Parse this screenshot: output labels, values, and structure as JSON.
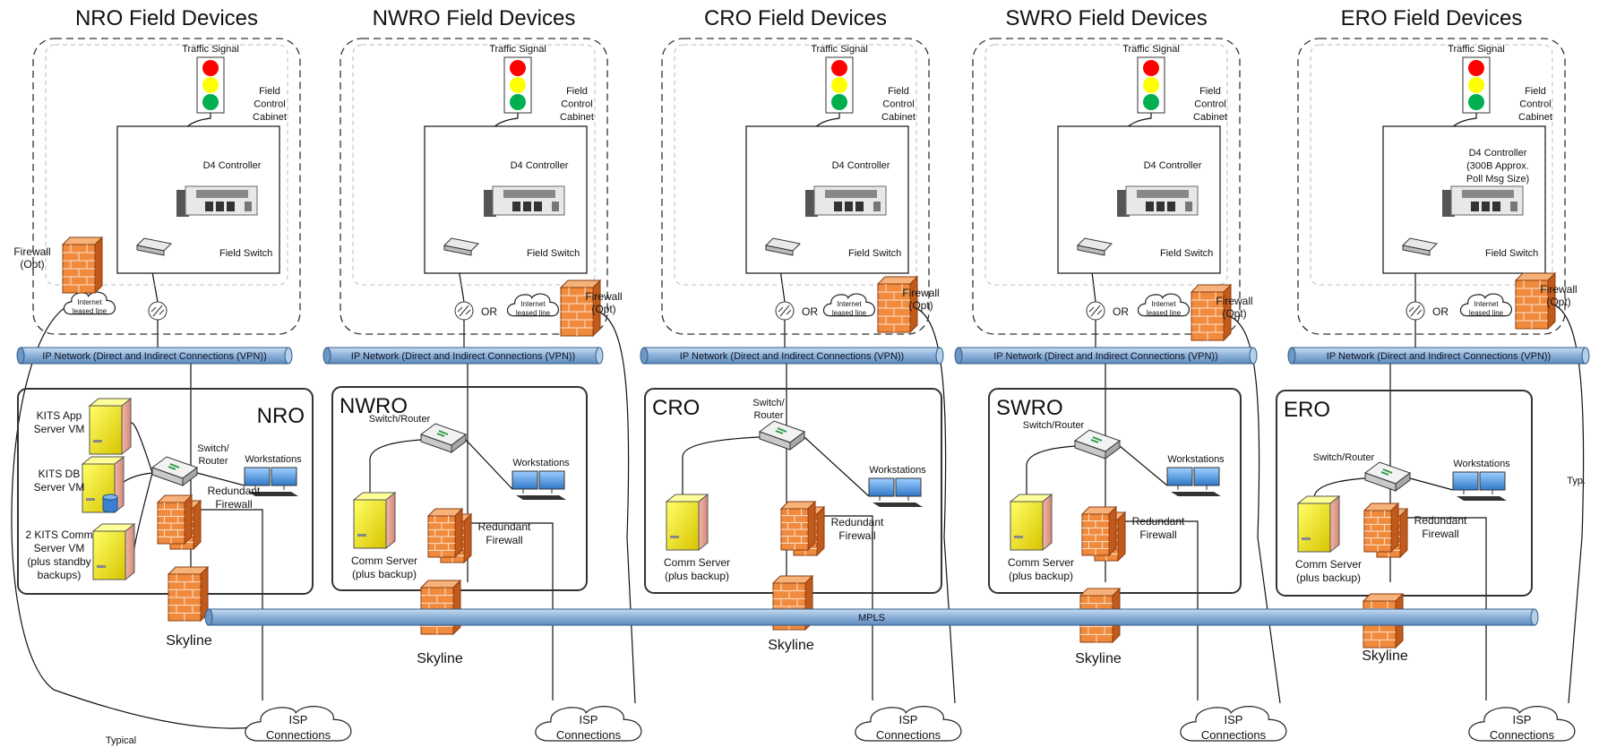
{
  "regions": [
    {
      "id": "nro",
      "title": "NRO Field Devices",
      "traffic_signal": "Traffic Signal",
      "cabinet": [
        "Field",
        "Control",
        "Cabinet"
      ],
      "controller": [
        "D4 Controller"
      ],
      "switch": "Field Switch",
      "or": "",
      "internet": [
        "Internet",
        "leased line"
      ],
      "firewall": [
        "Firewall",
        "(Opt)"
      ],
      "ip_network": "IP Network (Direct and Indirect Connections (VPN))",
      "office": "NRO",
      "router": [
        "Switch/",
        "Router"
      ],
      "workstations": "Workstations",
      "servers": [
        [
          "KITS App",
          "Server VM"
        ],
        [
          "KITS DB",
          "Server VM"
        ],
        [
          "2 KITS Comm",
          "Server VM",
          "(plus standby",
          "backups)"
        ]
      ],
      "redundant": [
        "Redundant",
        "Firewall"
      ],
      "skyline": "Skyline",
      "isp": [
        "ISP",
        "Connections"
      ]
    },
    {
      "id": "nwro",
      "title": "NWRO Field Devices",
      "traffic_signal": "Traffic Signal",
      "cabinet": [
        "Field",
        "Control",
        "Cabinet"
      ],
      "controller": [
        "D4 Controller"
      ],
      "switch": "Field Switch",
      "or": "OR",
      "internet": [
        "Internet",
        "leased line"
      ],
      "firewall": [
        "Firewall",
        "(Opt)"
      ],
      "ip_network": "IP Network (Direct and Indirect Connections (VPN))",
      "office": "NWRO",
      "router": [
        "Switch/Router"
      ],
      "workstations": "Workstations",
      "servers": [
        [
          "Comm Server",
          "(plus backup)"
        ]
      ],
      "redundant": [
        "Redundant",
        "Firewall"
      ],
      "skyline": "Skyline",
      "isp": [
        "ISP",
        "Connections"
      ]
    },
    {
      "id": "cro",
      "title": "CRO Field Devices",
      "traffic_signal": "Traffic Signal",
      "cabinet": [
        "Field",
        "Control",
        "Cabinet"
      ],
      "controller": [
        "D4 Controller"
      ],
      "switch": "Field Switch",
      "or": "OR",
      "internet": [
        "Internet",
        "leased line"
      ],
      "firewall": [
        "Firewall",
        "(Opt)"
      ],
      "ip_network": "IP Network (Direct and Indirect Connections (VPN))",
      "office": "CRO",
      "router": [
        "Switch/",
        "Router"
      ],
      "workstations": "Workstations",
      "servers": [
        [
          "Comm Server",
          "(plus backup)"
        ]
      ],
      "redundant": [
        "Redundant",
        "Firewall"
      ],
      "skyline": "Skyline",
      "isp": [
        "ISP",
        "Connections"
      ]
    },
    {
      "id": "swro",
      "title": "SWRO Field Devices",
      "traffic_signal": "Traffic Signal",
      "cabinet": [
        "Field",
        "Control",
        "Cabinet"
      ],
      "controller": [
        "D4 Controller"
      ],
      "switch": "Field Switch",
      "or": "OR",
      "internet": [
        "Internet",
        "leased line"
      ],
      "firewall": [
        "Firewall",
        "(Opt)"
      ],
      "ip_network": "IP Network (Direct and Indirect Connections (VPN))",
      "office": "SWRO",
      "router": [
        "Switch/Router"
      ],
      "workstations": "Workstations",
      "servers": [
        [
          "Comm Server",
          "(plus backup)"
        ]
      ],
      "redundant": [
        "Redundant",
        "Firewall"
      ],
      "skyline": "Skyline",
      "isp": [
        "ISP",
        "Connections"
      ]
    },
    {
      "id": "ero",
      "title": "ERO Field Devices",
      "traffic_signal": "Traffic Signal",
      "cabinet": [
        "Field",
        "Control",
        "Cabinet"
      ],
      "controller": [
        "D4 Controller",
        "(300B Approx.",
        "Poll Msg Size)"
      ],
      "switch": "Field Switch",
      "or": "OR",
      "internet": [
        "Internet",
        "leased line"
      ],
      "firewall": [
        "Firewall",
        "(Opt)"
      ],
      "ip_network": "IP Network (Direct and Indirect Connections (VPN))",
      "office": "ERO",
      "router": [
        "Switch/Router"
      ],
      "workstations": "Workstations",
      "servers": [
        [
          "Comm Server",
          "(plus backup)"
        ]
      ],
      "redundant": [
        "Redundant",
        "Firewall"
      ],
      "skyline": "Skyline",
      "isp": [
        "ISP",
        "Connections"
      ]
    }
  ],
  "mpls": "MPLS",
  "notes": {
    "typical": "Typical",
    "typ": "Typ."
  },
  "colors": {
    "pipe": "#8fb4db",
    "pipe_edge": "#2f5c8a",
    "firewall": "#f08a3c",
    "server": "#ffff00",
    "signal_red": "#ff0000",
    "signal_yellow": "#ffff00",
    "signal_green": "#00b050"
  },
  "icons": [
    "traffic-signal-icon",
    "controller-icon",
    "field-switch-icon",
    "antenna-icon",
    "cloud-icon",
    "firewall-icon",
    "server-icon",
    "database-icon",
    "router-icon",
    "workstation-icon"
  ]
}
